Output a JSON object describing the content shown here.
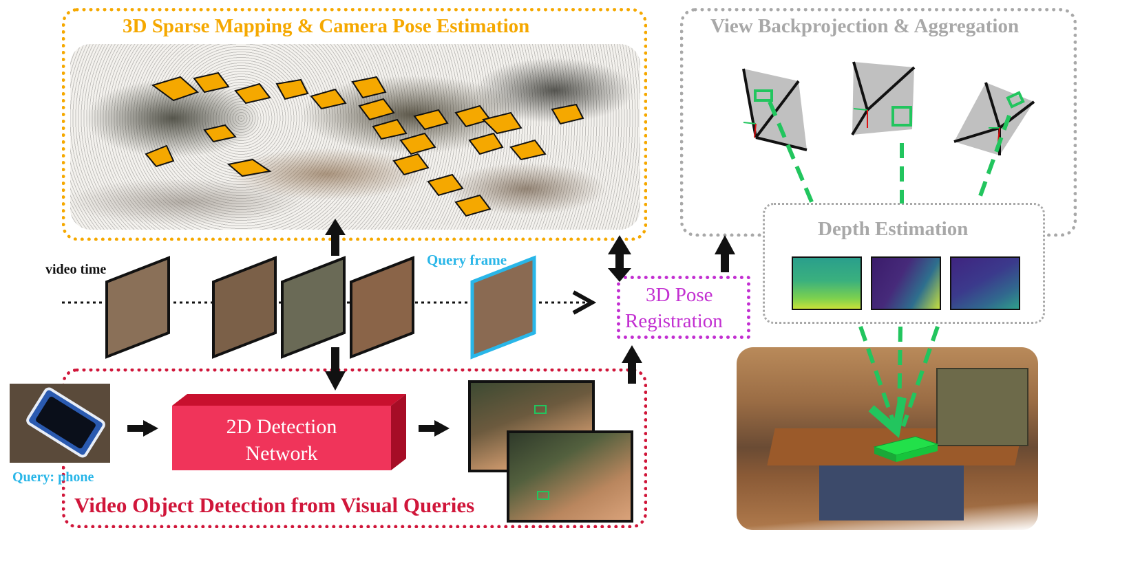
{
  "colors": {
    "mapping": "#f5a800",
    "detection": "#d0163a",
    "registration": "#c22fd1",
    "backprojection": "#a8a8a8",
    "query": "#29b6e8",
    "green": "#22c55e",
    "block": "#f0345a"
  },
  "mapping": {
    "title": "3D Sparse Mapping & Camera Pose Estimation"
  },
  "backprojection": {
    "title": "View Backprojection & Aggregation"
  },
  "depth": {
    "title": "Depth Estimation"
  },
  "registration": {
    "line1": "3D Pose",
    "line2": "Registration"
  },
  "timeline": {
    "label": "video time",
    "query_frame_label": "Query frame"
  },
  "detection": {
    "title": "Video Object Detection from Visual Queries",
    "network_line1": "2D Detection",
    "network_line2": "Network",
    "query_label": "Query: phone"
  }
}
